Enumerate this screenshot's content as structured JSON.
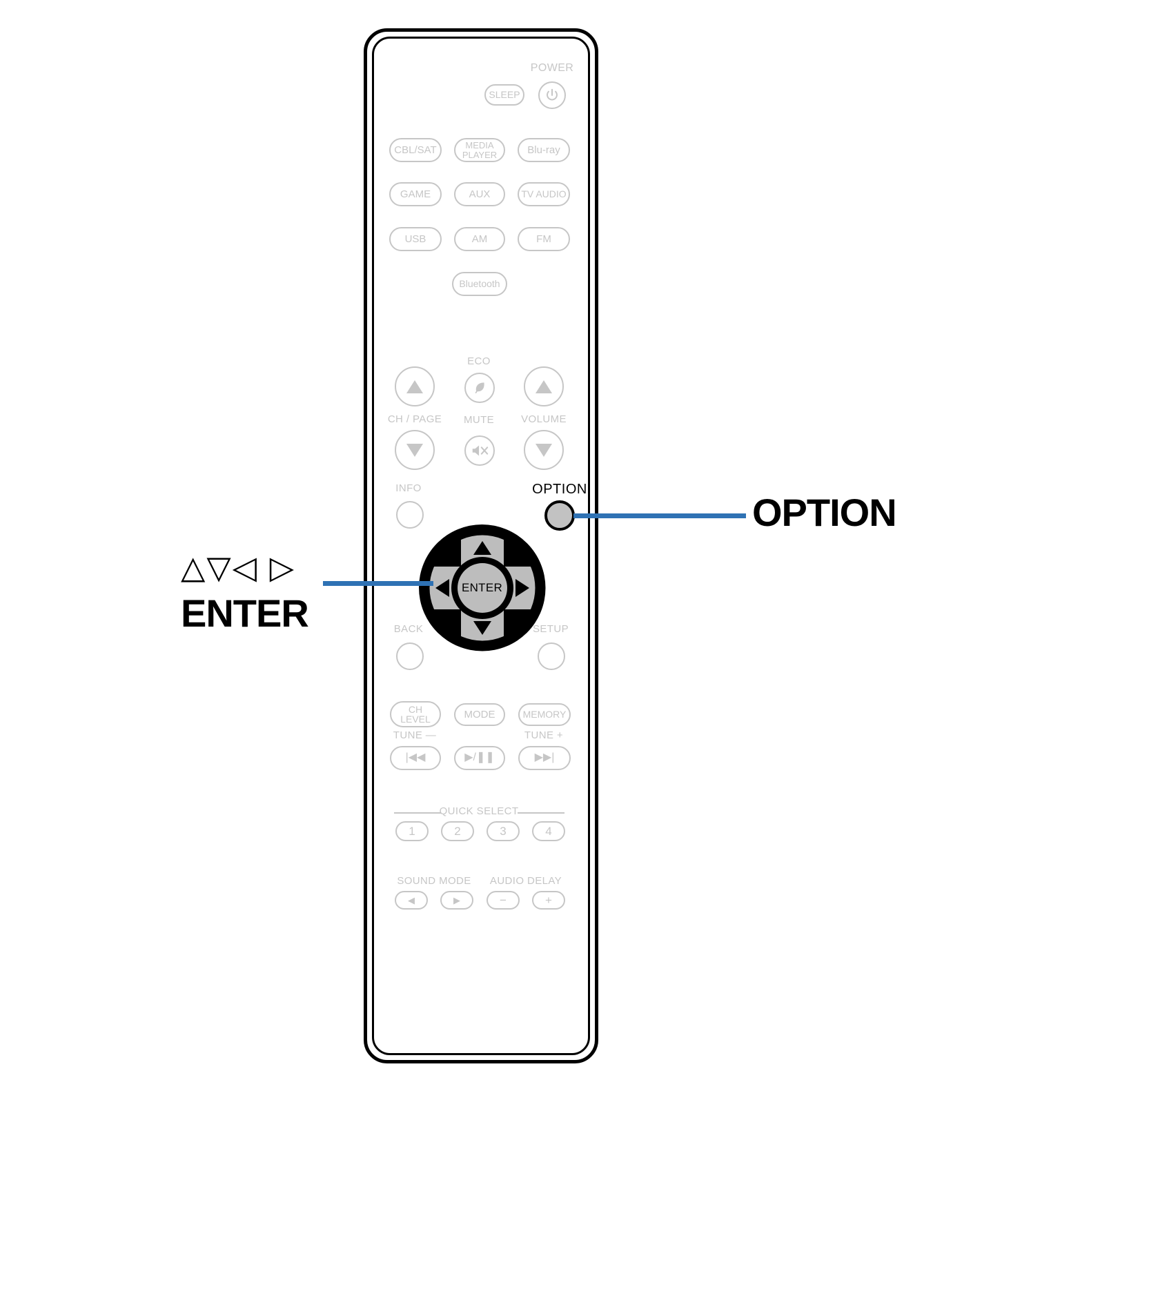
{
  "callouts": [
    {
      "id": "option",
      "label": "OPTION",
      "line_color": "#2f72b4"
    },
    {
      "id": "enter",
      "arrows": "△▽◁ ▷",
      "label": "ENTER",
      "line_color": "#2f72b4"
    }
  ],
  "remote": {
    "power": {
      "group_label": "POWER",
      "sleep_label": "SLEEP",
      "power_icon": "power-symbol-icon"
    },
    "sources_row1": [
      "CBL/SAT",
      "MEDIA\nPLAYER",
      "Blu-ray"
    ],
    "sources": [
      {
        "label": "CBL/SAT"
      },
      {
        "label_line1": "MEDIA",
        "label_line2": "PLAYER"
      },
      {
        "label": "Blu-ray"
      },
      {
        "label": "GAME"
      },
      {
        "label": "AUX"
      },
      {
        "label": "TV AUDIO"
      },
      {
        "label": "USB"
      },
      {
        "label": "AM"
      },
      {
        "label": "FM"
      },
      {
        "label": "Bluetooth"
      }
    ],
    "nav_cluster": {
      "ch_page_label": "CH / PAGE",
      "volume_label": "VOLUME",
      "eco_label": "ECO",
      "eco_icon": "leaf-icon",
      "mute_label": "MUTE",
      "mute_icon": "speaker-mute-icon",
      "up_icon": "triangle-up-icon",
      "down_icon": "triangle-down-icon"
    },
    "mid_row": {
      "info_label": "INFO",
      "option_label": "OPTION",
      "back_label": "BACK",
      "setup_label": "SETUP"
    },
    "dpad": {
      "enter_label": "ENTER",
      "up_icon": "dpad-up-arrow-icon",
      "down_icon": "dpad-down-arrow-icon",
      "left_icon": "dpad-left-arrow-icon",
      "right_icon": "dpad-right-arrow-icon"
    },
    "tuner_row": {
      "ch_level_line1": "CH",
      "ch_level_line2": "LEVEL",
      "mode_label": "MODE",
      "memory_label": "MEMORY",
      "tune_minus_label": "TUNE —",
      "tune_plus_label": "TUNE +"
    },
    "transport": {
      "prev_icon": "skip-previous-icon",
      "play_pause_icon": "play-pause-icon",
      "next_icon": "skip-next-icon",
      "prev_glyph": "|◀◀",
      "play_glyph": "▶/❚❚",
      "next_glyph": "▶▶|"
    },
    "quick_select": {
      "group_label": "QUICK SELECT",
      "buttons": [
        "1",
        "2",
        "3",
        "4"
      ]
    },
    "bottom": {
      "sound_mode_label": "SOUND MODE",
      "audio_delay_label": "AUDIO DELAY",
      "sound_mode_prev_glyph": "◀",
      "sound_mode_next_glyph": "▶",
      "audio_delay_minus": "−",
      "audio_delay_plus": "+"
    }
  }
}
